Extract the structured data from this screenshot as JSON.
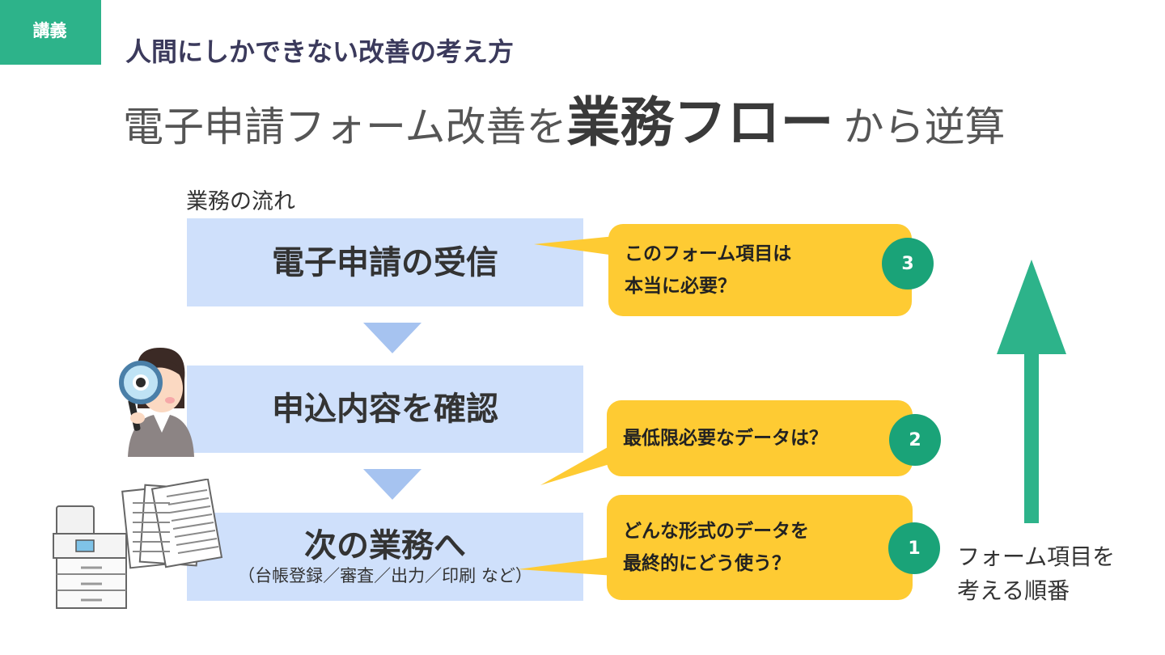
{
  "tag": "講義",
  "subtitle": "人間にしかできない改善の考え方",
  "headline": {
    "pre": "電子申請フォーム改善を",
    "emphasis": "業務フロー",
    "post": "から逆算"
  },
  "flow_label": "業務の流れ",
  "steps": [
    {
      "title": "電子申請の受信",
      "sub": ""
    },
    {
      "title": "申込内容を確認",
      "sub": ""
    },
    {
      "title": "次の業務へ",
      "sub": "（台帳登録／審査／出力／印刷 など）"
    }
  ],
  "bubbles": [
    {
      "text": "このフォーム項目は\n本当に必要？",
      "number": "3"
    },
    {
      "text": "最低限必要なデータは？",
      "number": "2"
    },
    {
      "text": "どんな形式のデータを\n最終的にどう使う？",
      "number": "1"
    }
  ],
  "side_label": "フォーム項目を\n考える順番",
  "colors": {
    "accent_green": "#2db38a",
    "badge_green": "#1aa378",
    "box_blue": "#cfe0fb",
    "arrow_blue": "#a6c3f0",
    "bubble_yellow": "#fecb33"
  }
}
